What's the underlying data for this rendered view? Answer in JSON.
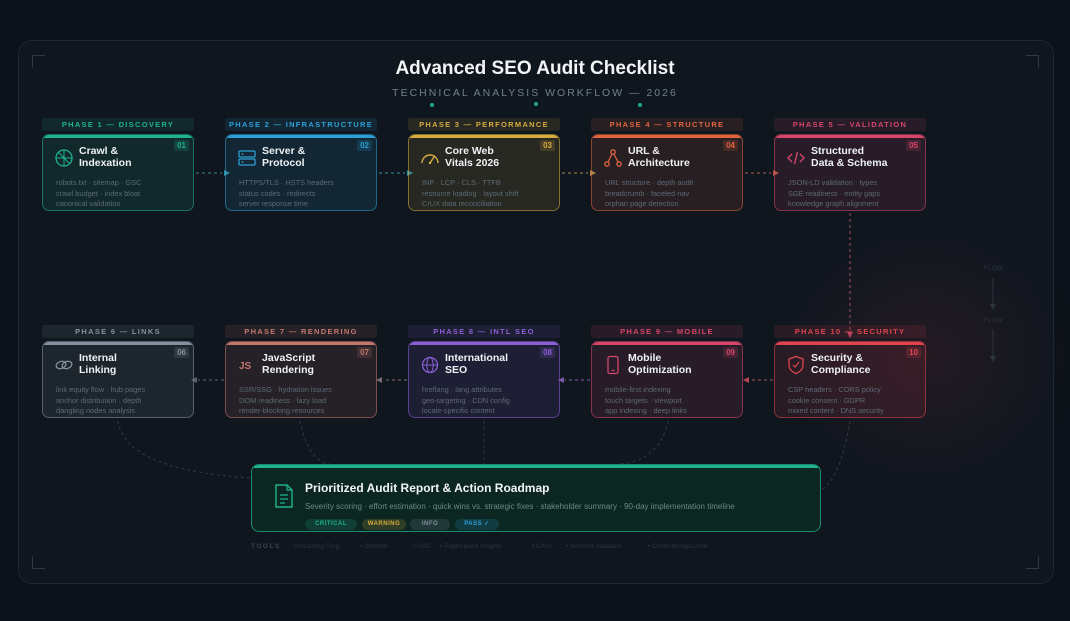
{
  "title": "Advanced SEO Audit Checklist",
  "subtitle": "TECHNICAL ANALYSIS WORKFLOW — 2026",
  "phases": [
    {
      "label": "PHASE 1 — DISCOVERY",
      "num": "01",
      "name_line1": "Crawl &",
      "name_line2": "Indexation",
      "icon": "crawl-target-icon",
      "color": "#1fb28e",
      "desc": [
        "robots.txt · sitemap · GSC",
        "crawl budget · index bloat",
        "canonical validation"
      ]
    },
    {
      "label": "PHASE 2 — INFRASTRUCTURE",
      "num": "02",
      "name_line1": "Server &",
      "name_line2": "Protocol",
      "icon": "server-icon",
      "color": "#2d9fd6",
      "desc": [
        "HTTPS/TLS · HSTS headers",
        "status codes · redirects",
        "server response time"
      ]
    },
    {
      "label": "PHASE 3 — PERFORMANCE",
      "num": "03",
      "name_line1": "Core Web",
      "name_line2": "Vitals 2026",
      "icon": "gauge-icon",
      "color": "#d6ab3f",
      "desc": [
        "INP · LCP · CLS · TTFB",
        "resource loading · layout shift",
        "CrUX data reconciliation"
      ]
    },
    {
      "label": "PHASE 4 — STRUCTURE",
      "num": "04",
      "name_line1": "URL &",
      "name_line2": "Architecture",
      "icon": "hierarchy-icon",
      "color": "#e0653f",
      "desc": [
        "URL structure · depth audit",
        "breadcrumb · faceted nav",
        "orphan page detection"
      ]
    },
    {
      "label": "PHASE 5 — VALIDATION",
      "num": "05",
      "name_line1": "Structured",
      "name_line2": "Data & Schema",
      "icon": "code-icon",
      "color": "#d6466a",
      "desc": [
        "JSON-LD validation · types",
        "SGE readiness · entity gaps",
        "knowledge graph alignment"
      ]
    },
    {
      "label": "PHASE 6 — LINKS",
      "num": "06",
      "name_line1": "Internal",
      "name_line2": "Linking",
      "icon": "link-icon",
      "color": "#8591a0",
      "desc": [
        "link equity flow · hub pages",
        "anchor distribution · depth",
        "dangling nodes analysis"
      ]
    },
    {
      "label": "PHASE 7 — RENDERING",
      "num": "07",
      "name_line1": "JavaScript",
      "name_line2": "Rendering",
      "icon": "js-icon",
      "color": "#c2776e",
      "desc": [
        "SSR/SSG · hydration issues",
        "DOM readiness · lazy load",
        "render-blocking resources"
      ]
    },
    {
      "label": "PHASE 8 — INTL SEO",
      "num": "08",
      "name_line1": "International",
      "name_line2": "SEO",
      "icon": "globe-icon",
      "color": "#8a5fd6",
      "desc": [
        "hreflang · lang attributes",
        "geo-targeting · CDN config",
        "locale-specific content"
      ]
    },
    {
      "label": "PHASE 9 — MOBILE",
      "num": "09",
      "name_line1": "Mobile",
      "name_line2": "Optimization",
      "icon": "mobile-icon",
      "color": "#d6466a",
      "desc": [
        "mobile-first indexing",
        "touch targets · viewport",
        "app indexing · deep links"
      ]
    },
    {
      "label": "PHASE 10 — SECURITY",
      "num": "10",
      "name_line1": "Security &",
      "name_line2": "Compliance",
      "icon": "shield-icon",
      "color": "#e0454f",
      "desc": [
        "CSP headers · CORS policy",
        "cookie consent · GDPR",
        "mixed content · DNS security"
      ]
    }
  ],
  "report": {
    "title": "Prioritized Audit Report & Action Roadmap",
    "desc": "Severity scoring · effort estimation · quick wins vs. strategic fixes · stakeholder summary · 90-day implementation timeline",
    "icon": "document-icon",
    "badges": [
      {
        "label": "CRITICAL",
        "color": "#1fb28e"
      },
      {
        "label": "WARNING",
        "color": "#d6ab3f"
      },
      {
        "label": "INFO",
        "color": "#8591a0"
      },
      {
        "label": "PASS ✓",
        "color": "#2d9fd6"
      }
    ]
  },
  "tools_label": "TOOLS",
  "tools": [
    "Screaming Frog",
    "Sitebulb",
    "GSC",
    "PageSpeed Insights",
    "CrUX",
    "Schema Validator",
    "ContentKing/Lumar"
  ],
  "flow_labels": [
    "FLOW",
    "FLOW"
  ]
}
